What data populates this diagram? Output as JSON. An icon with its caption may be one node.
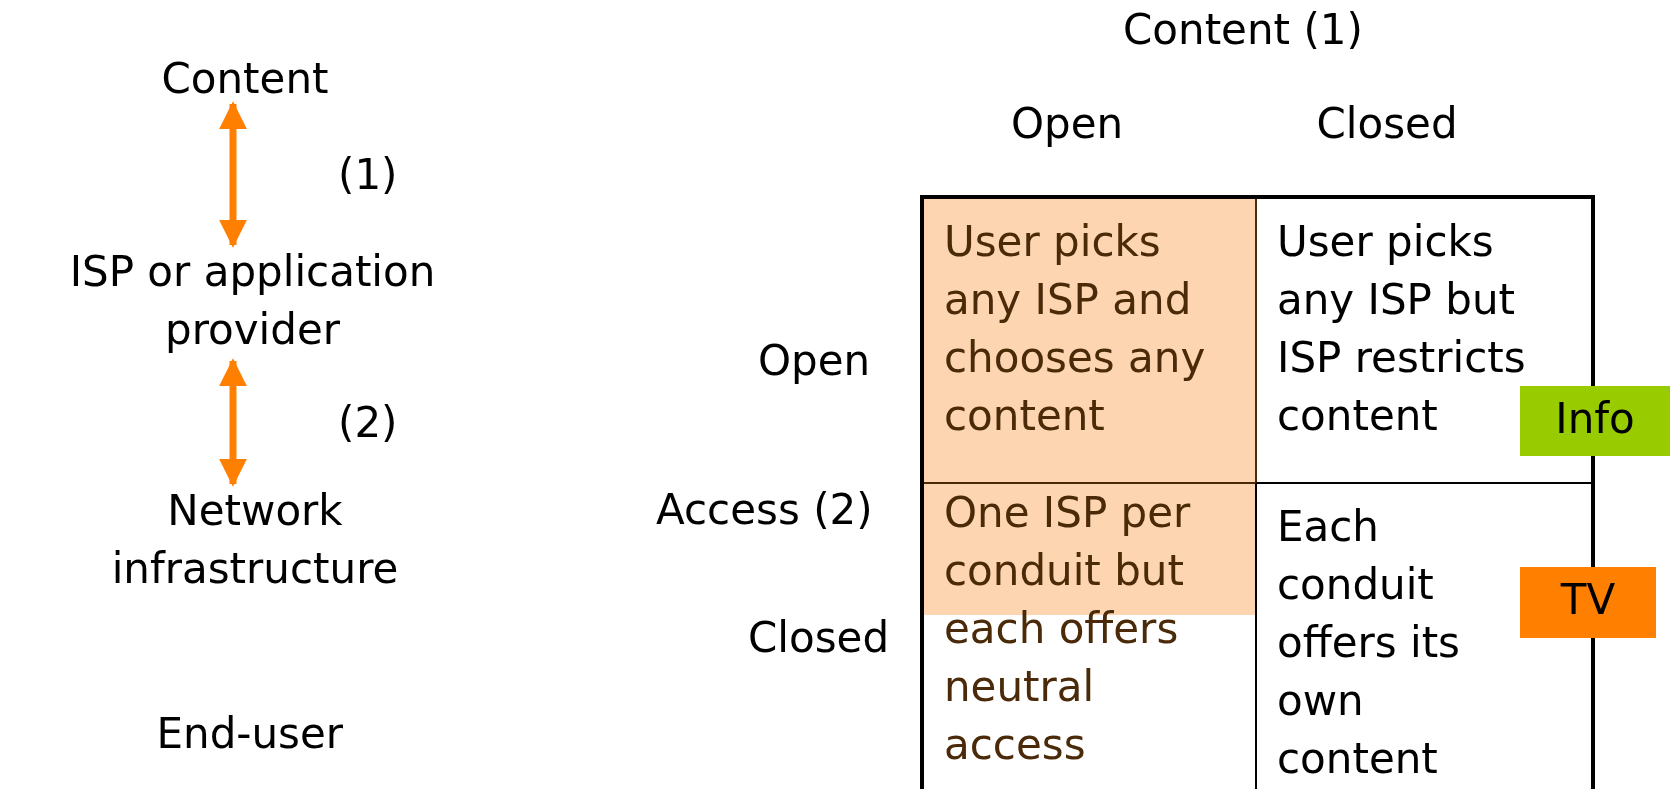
{
  "diagram": {
    "nodes": [
      {
        "text": [
          "Content"
        ]
      },
      {
        "text": [
          "ISP or application provider"
        ]
      },
      {
        "text": [
          "Network infrastructure"
        ]
      },
      {
        "text": [
          "User picks any ISP and chooses any content"
        ]
      },
      {
        "text": [
          "User picks any ISP but ISP restricts content"
        ]
      },
      {
        "text": [
          "One ISP per conduit but each offers neutral access"
        ]
      },
      {
        "text": [
          "Each conduit offers its own content"
        ]
      },
      {
        "text": [
          "Info"
        ]
      },
      {
        "text": [
          "TV"
        ]
      }
    ],
    "edges": [
      {
        "from": 0,
        "to": 1,
        "arrow": "both",
        "label": "(1)"
      },
      {
        "from": 1,
        "to": 2,
        "arrow": "both",
        "label": "(2)"
      }
    ],
    "labels": [
      "Content (1)",
      "Open",
      "Closed",
      "Open",
      "Access (2)",
      "Closed",
      "End-user"
    ]
  }
}
